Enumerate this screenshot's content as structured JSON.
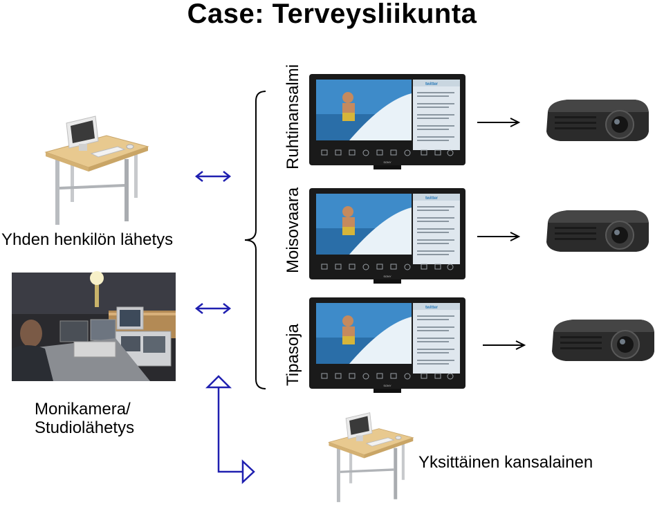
{
  "title": "Case:  Terveysliikunta",
  "labels": {
    "single_person": "Yhden henkilön lähetys",
    "multicamera_line1": "Monikamera/",
    "multicamera_line2": "Studiolähetys",
    "citizen": "Yksittäinen kansalainen"
  },
  "locations": [
    "Ruhtinansalmi",
    "Moisovaara",
    "Tipasoja"
  ],
  "tv_brand": "SONY",
  "tv_panel_brand": "twitter",
  "colors": {
    "arrow_blue": "#1f1fb0",
    "text": "#000000",
    "tv_frame": "#1a1a1a",
    "projector": "#2b2b2b",
    "desk_top": "#e8c98f"
  },
  "icons": {
    "desk": "computer-desk-icon",
    "tv": "television-icon",
    "projector": "projector-icon",
    "studio": "studio-photo"
  }
}
